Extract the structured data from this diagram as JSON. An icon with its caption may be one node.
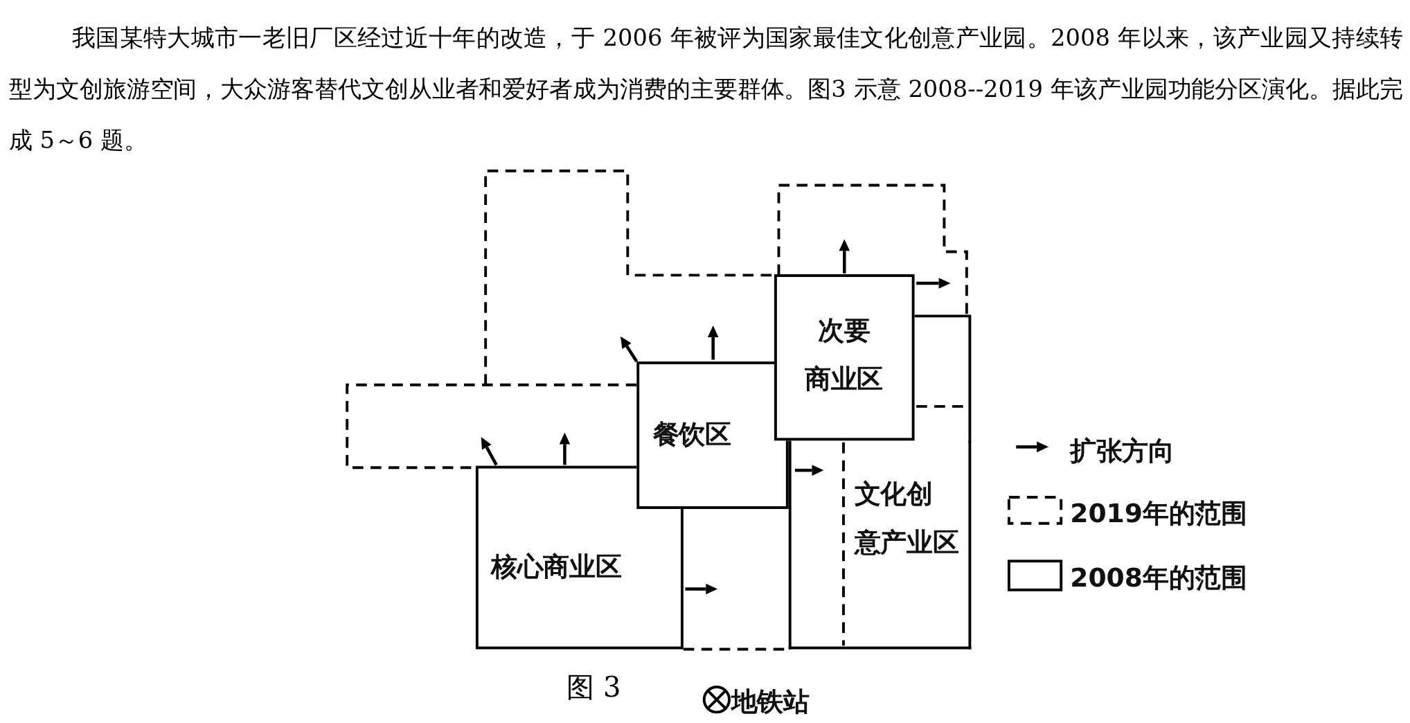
{
  "diagram": {
    "caption": "图 3",
    "nodes": [
      {
        "text": [
          "核心商业区"
        ]
      },
      {
        "text": [
          "餐饮区"
        ]
      },
      {
        "text": [
          "次要商业区"
        ]
      },
      {
        "text": [
          "文化创意产业区"
        ]
      }
    ],
    "labels": [
      "我国某特大城市一老旧厂区经过近十年的改造，于 2006 年被评为国家最佳文化创意产业园。2008 年以来，该产业园又持续转型为文创旅游空间，大众游客替代文创从业者和爱好者成为消费的主要群体。图3 示意 2008--2019 年该产业园功能分区演化。据此完成 5～6 题。"
    ],
    "legend": [
      {
        "text": "扩张方向"
      },
      {
        "text": "2019年的范围"
      },
      {
        "text": "2008年的范围"
      },
      {
        "text": "地铁站"
      }
    ]
  }
}
